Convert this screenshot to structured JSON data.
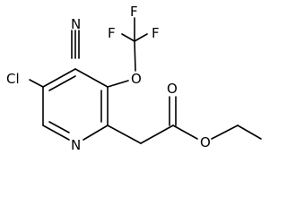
{
  "atoms": {
    "nitrile_nitrogen": "N",
    "fluorine_top": "F",
    "fluorine_left": "F",
    "fluorine_right": "F",
    "ether_oxygen": "O",
    "chlorine": "Cl",
    "ring_nitrogen": "N",
    "carbonyl_oxygen": "O",
    "ester_oxygen": "O"
  },
  "colors": {
    "bond": "#000000",
    "text": "#000000",
    "background": "#ffffff"
  }
}
